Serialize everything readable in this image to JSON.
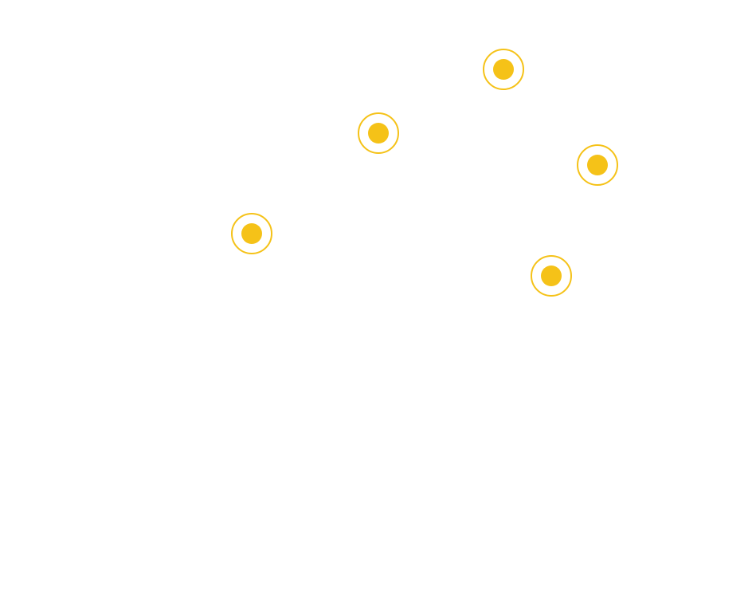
{
  "map": {
    "background_color": "#ffffff",
    "marker_color": "#f5c218",
    "marker_style": "ring-with-filled-dot",
    "marker_count": 5,
    "markers": [
      {
        "id": "pin-1",
        "icon": "location-pin-icon"
      },
      {
        "id": "pin-2",
        "icon": "location-pin-icon"
      },
      {
        "id": "pin-3",
        "icon": "location-pin-icon"
      },
      {
        "id": "pin-4",
        "icon": "location-pin-icon"
      },
      {
        "id": "pin-5",
        "icon": "location-pin-icon"
      }
    ]
  }
}
